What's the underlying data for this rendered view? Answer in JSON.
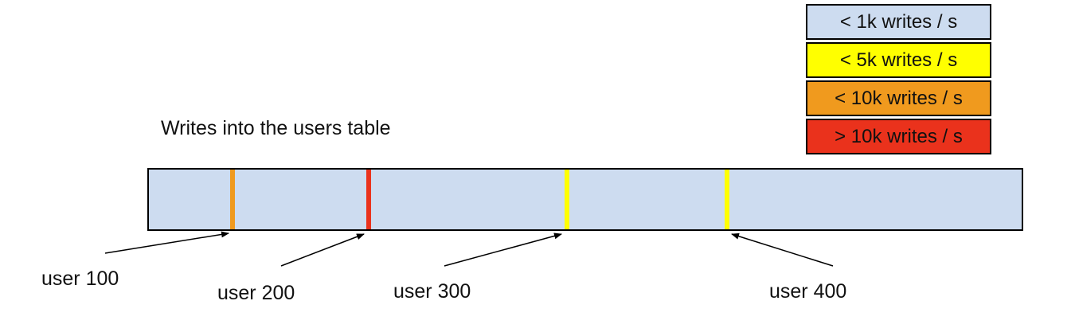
{
  "diagram": {
    "title": "Writes into the users table"
  },
  "legend": {
    "items": [
      {
        "label": "< 1k writes / s",
        "color": "#CDDCF0"
      },
      {
        "label": "< 5k writes / s",
        "color": "#FFFF00"
      },
      {
        "label": "< 10k writes / s",
        "color": "#F09A1E"
      },
      {
        "label": "> 10k writes / s",
        "color": "#EA321C"
      }
    ]
  },
  "bar": {
    "fill": "#CDDCF0",
    "border_color": "#000000",
    "markers": [
      {
        "label": "user 100",
        "color": "#F09A1E"
      },
      {
        "label": "user 200",
        "color": "#EA321C"
      },
      {
        "label": "user 300",
        "color": "#FFFF00"
      },
      {
        "label": "user 400",
        "color": "#FFFF00"
      }
    ]
  }
}
